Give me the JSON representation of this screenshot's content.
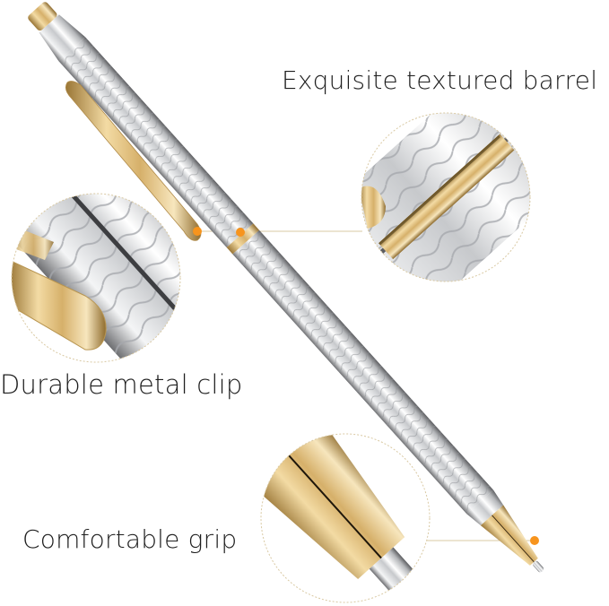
{
  "callouts": {
    "barrel": {
      "label": "Exquisite textured barrel"
    },
    "clip": {
      "label": "Durable metal clip"
    },
    "grip": {
      "label": "Comfortable grip"
    }
  },
  "colors": {
    "background": "#ffffff",
    "text": "#1e1e1e",
    "accent_dot": "#f7941d",
    "callout_border": "#d9c9a3",
    "gold": "#d9b36b",
    "silver": "#d6d8da"
  }
}
